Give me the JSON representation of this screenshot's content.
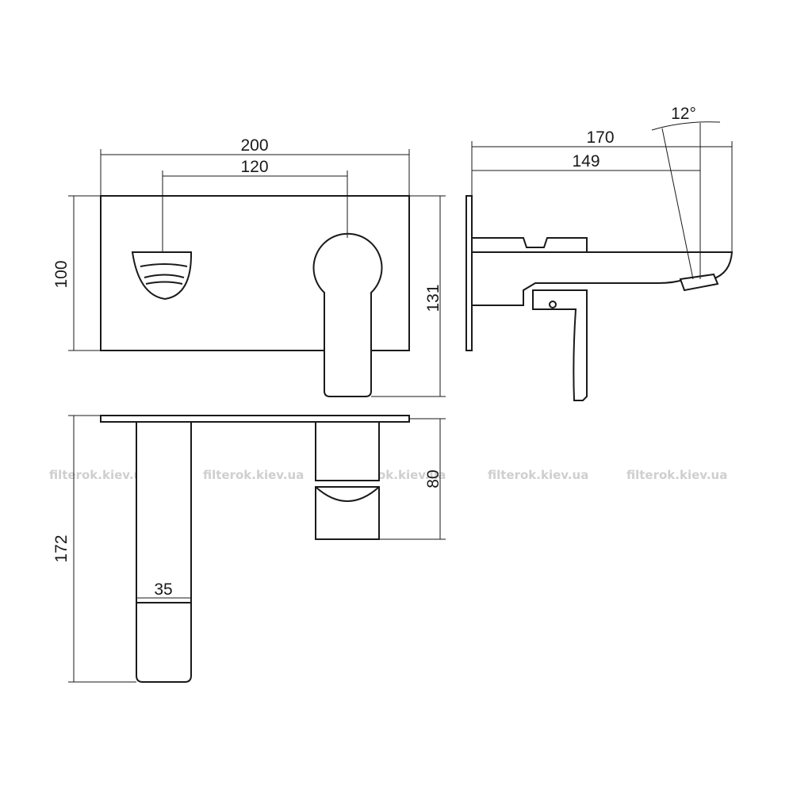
{
  "dimensions": {
    "front_width": "200",
    "front_spacing": "120",
    "front_height": "100",
    "front_total_height": "131",
    "side_depth": "170",
    "side_reach": "149",
    "side_angle": "12°",
    "top_height": "80",
    "spout_length": "172",
    "spout_width": "35"
  },
  "watermarks": [
    "filterok.kiev.ua",
    "filterok.kiev.ua",
    "filterok.kiev.ua",
    "filterok.kiev.ua",
    "filterok.kiev.ua"
  ]
}
